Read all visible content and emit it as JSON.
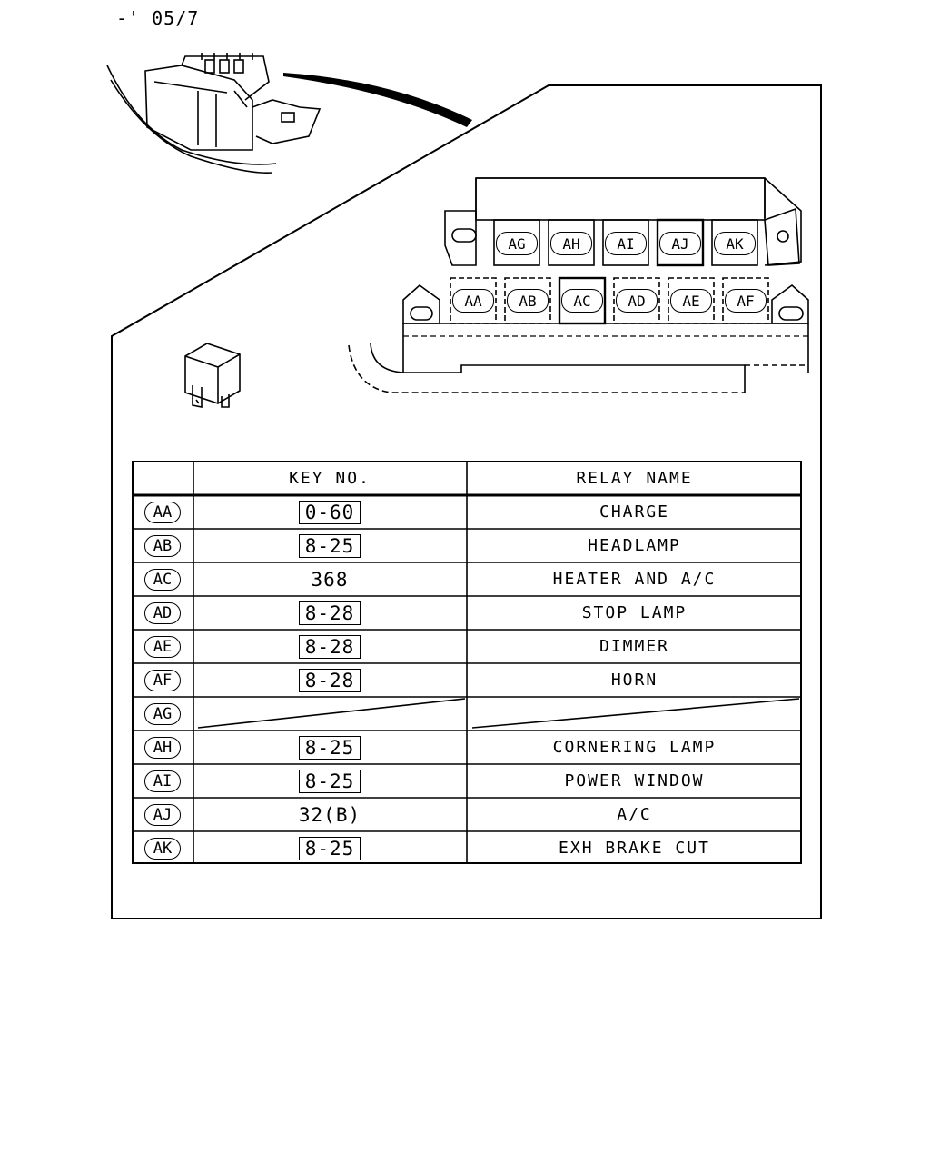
{
  "header": {
    "code": "-' 05/7"
  },
  "relay_layout": {
    "top_row": [
      "AG",
      "AH",
      "AI",
      "AJ",
      "AK"
    ],
    "bottom_row": [
      "AA",
      "AB",
      "AC",
      "AD",
      "AE",
      "AF"
    ]
  },
  "table": {
    "headers": {
      "key_no": "KEY NO.",
      "relay_name": "RELAY NAME"
    },
    "rows": [
      {
        "sym": "AA",
        "key": "0-60",
        "boxed": true,
        "name": "CHARGE"
      },
      {
        "sym": "AB",
        "key": "8-25",
        "boxed": true,
        "name": "HEADLAMP"
      },
      {
        "sym": "AC",
        "key": "368",
        "boxed": false,
        "name": "HEATER AND A/C"
      },
      {
        "sym": "AD",
        "key": "8-28",
        "boxed": true,
        "name": "STOP LAMP"
      },
      {
        "sym": "AE",
        "key": "8-28",
        "boxed": true,
        "name": "DIMMER"
      },
      {
        "sym": "AF",
        "key": "8-28",
        "boxed": true,
        "name": "HORN"
      },
      {
        "sym": "AG",
        "key": "",
        "boxed": false,
        "name": "",
        "empty": true
      },
      {
        "sym": "AH",
        "key": "8-25",
        "boxed": true,
        "name": "CORNERING LAMP"
      },
      {
        "sym": "AI",
        "key": "8-25",
        "boxed": true,
        "name": "POWER WINDOW"
      },
      {
        "sym": "AJ",
        "key": "32(B)",
        "boxed": false,
        "name": "A/C"
      },
      {
        "sym": "AK",
        "key": "8-25",
        "boxed": true,
        "name": "EXH BRAKE CUT"
      }
    ]
  }
}
